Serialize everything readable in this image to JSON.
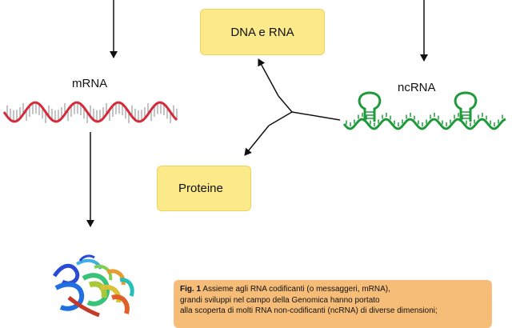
{
  "boxes": {
    "dna_rna": "DNA e RNA",
    "proteine": "Proteine"
  },
  "labels": {
    "mrna": "mRNA",
    "ncrna": "ncRNA"
  },
  "caption": {
    "fig_label": "Fig. 1",
    "line1": "Assieme agli RNA codificanti (o messaggeri, mRNA),",
    "line2": "grandi sviluppi nel campo della Genomica hanno portato",
    "line3": "alla scoperta di molti RNA non-codificanti (ncRNA) di diverse dimensioni;"
  },
  "colors": {
    "mrna_strand": "#d42a3a",
    "mrna_bases": "#888888",
    "ncrna_strand": "#1f9a3a",
    "box_fill": "#fbe98a",
    "caption_fill": "#f6bd79"
  }
}
